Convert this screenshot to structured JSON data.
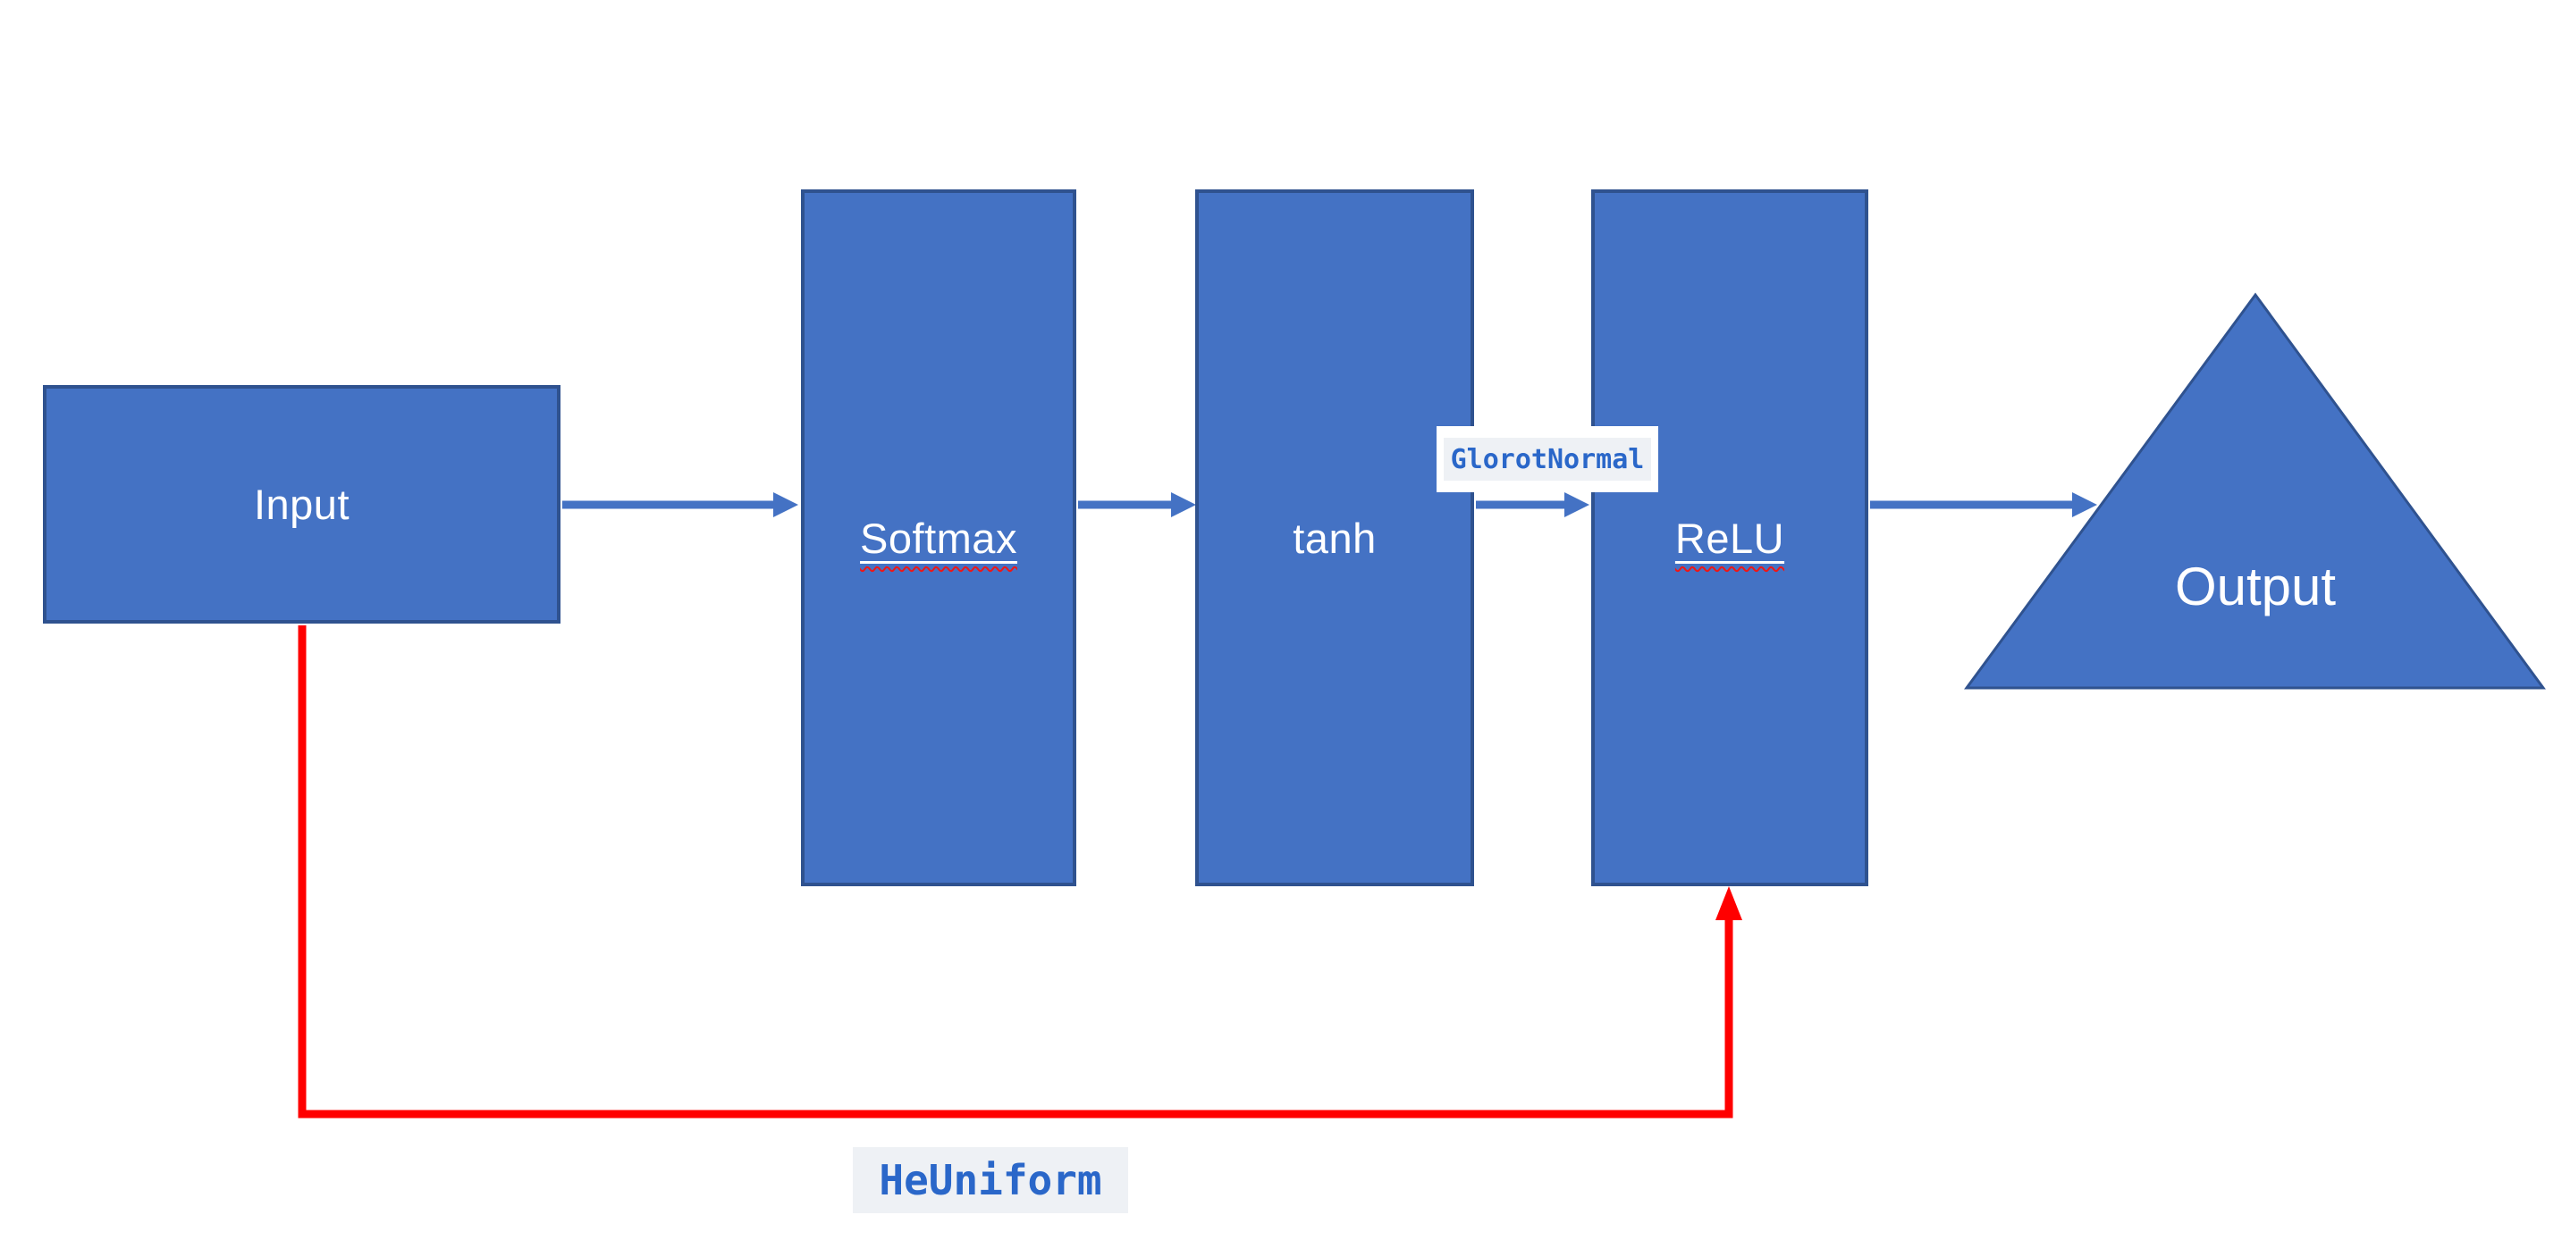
{
  "diagram": {
    "nodes": {
      "input": {
        "label": "Input",
        "shape": "rectangle",
        "fill": "#4472C4",
        "border": "#2F528F",
        "text_color": "#FFFFFF"
      },
      "softmax": {
        "label": "Softmax",
        "shape": "rectangle",
        "fill": "#4472C4",
        "border": "#2F528F",
        "text_color": "#FFFFFF",
        "underlined": true,
        "spellcheck_squiggle": true
      },
      "tanh": {
        "label": "tanh",
        "shape": "rectangle",
        "fill": "#4472C4",
        "border": "#2F528F",
        "text_color": "#FFFFFF"
      },
      "relu": {
        "label": "ReLU",
        "shape": "rectangle",
        "fill": "#4472C4",
        "border": "#2F528F",
        "text_color": "#FFFFFF",
        "underlined": true,
        "spellcheck_squiggle": true
      },
      "output": {
        "label": "Output",
        "shape": "triangle",
        "fill": "#4472C4",
        "border": "#2F528F",
        "text_color": "#FFFFFF"
      }
    },
    "annotations": {
      "glorot_normal": {
        "label": "GlorotNormal",
        "style": "code-badge",
        "bg": "#EEF1F5",
        "text_color": "#2A67C9",
        "attached_to": "arrow tanh to relu"
      },
      "he_uniform": {
        "label": "HeUniform",
        "style": "code-badge",
        "bg": "#EEF1F5",
        "text_color": "#2A67C9",
        "attached_to": "red feedback connector"
      }
    },
    "connectors": [
      {
        "from": "input",
        "to": "softmax",
        "type": "straight-arrow",
        "color": "#4472C4"
      },
      {
        "from": "softmax",
        "to": "tanh",
        "type": "straight-arrow",
        "color": "#4472C4"
      },
      {
        "from": "tanh",
        "to": "relu",
        "type": "straight-arrow",
        "color": "#4472C4",
        "label": "GlorotNormal"
      },
      {
        "from": "relu",
        "to": "output",
        "type": "straight-arrow",
        "color": "#4472C4"
      },
      {
        "from": "input",
        "to": "relu",
        "type": "elbow-arrow",
        "color": "#FF0000",
        "label": "HeUniform"
      }
    ],
    "colors": {
      "background": "#FFFFFF",
      "node_fill": "#4472C4",
      "node_border": "#2F528F",
      "arrow_blue": "#4472C4",
      "feedback_red": "#FF0000",
      "badge_bg": "#EEF1F5",
      "badge_text": "#2A67C9",
      "squiggle_red": "#EF1616"
    }
  }
}
